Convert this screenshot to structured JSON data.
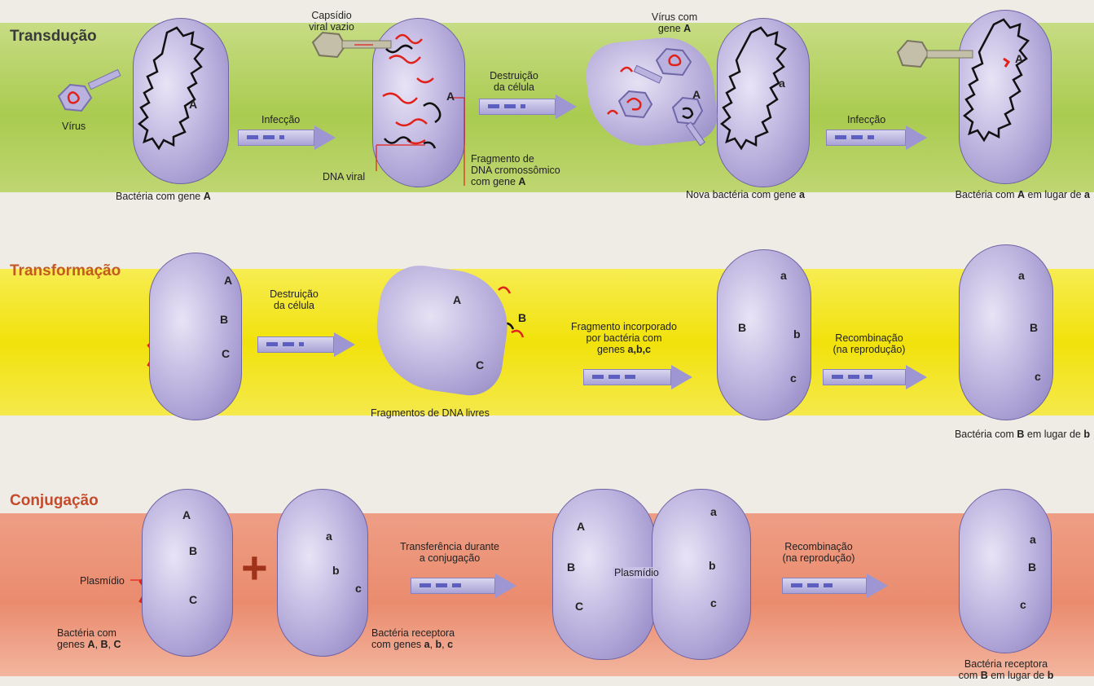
{
  "sections": {
    "transducao": "Transdução",
    "transformacao": "Transformação",
    "conjugacao": "Conjugação"
  },
  "transducao": {
    "virus": "Vírus",
    "capsidio": "Capsídio\nviral vazio",
    "infeccao1": "Infecção",
    "bacteria_gene_a_prefix": "Bactéria com gene ",
    "bacteria_gene_a_gene": "A",
    "dna_viral": "DNA viral",
    "fragmento": "Fragmento de\nDNA cromossômico\ncom gene ",
    "fragmento_gene": "A",
    "destruicao": "Destruição\nda célula",
    "virus_com_gene": "Vírus com\ngene ",
    "virus_com_gene_letter": "A",
    "nova_bacteria_prefix": "Nova bactéria com gene ",
    "nova_bacteria_gene": "a",
    "infeccao2": "Infecção",
    "bacteria_lugar_prefix": "Bactéria com ",
    "bacteria_lugar_A": "A",
    "bacteria_lugar_mid": " em lugar de ",
    "bacteria_lugar_a": "a"
  },
  "transformacao": {
    "destruicao": "Destruição\nda célula",
    "fragmentos_livres": "Fragmentos de DNA livres",
    "fragmento_incorporado": "Fragmento incorporado\npor bactéria com\ngenes ",
    "genes_abc": "a,b,c",
    "recombinacao": "Recombinação\n(na reprodução)",
    "resultado_prefix": "Bactéria com ",
    "resultado_B": "B",
    "resultado_mid": " em lugar de ",
    "resultado_b": "b"
  },
  "conjugacao": {
    "plasmidio": "Plasmídio",
    "doadora_prefix": "Bactéria com\ngenes ",
    "doadora_A": "A",
    "doadora_B": "B",
    "doadora_C": "C",
    "sep": ", ",
    "receptora_prefix": "Bactéria receptora\ncom genes ",
    "receptora_a": "a",
    "receptora_b": "b",
    "receptora_c": "c",
    "transferencia": "Transferência durante\na conjugação",
    "plasmidio2": "Plasmídio",
    "recombinacao": "Recombinação\n(na reprodução)",
    "final_prefix": "Bactéria receptora\ncom ",
    "final_B": "B",
    "final_mid": " em lugar de ",
    "final_b": "b",
    "plus": "+"
  },
  "genes": {
    "A": "A",
    "B": "B",
    "C": "C",
    "a": "a",
    "b": "b",
    "c": "c"
  },
  "colors": {
    "green_band": "#a9cb4f",
    "yellow_band": "#f1e20b",
    "red_band": "#ea8b6e",
    "dna_red": "#e0221b",
    "dna_black": "#111111",
    "cell": "#b8aedc"
  }
}
